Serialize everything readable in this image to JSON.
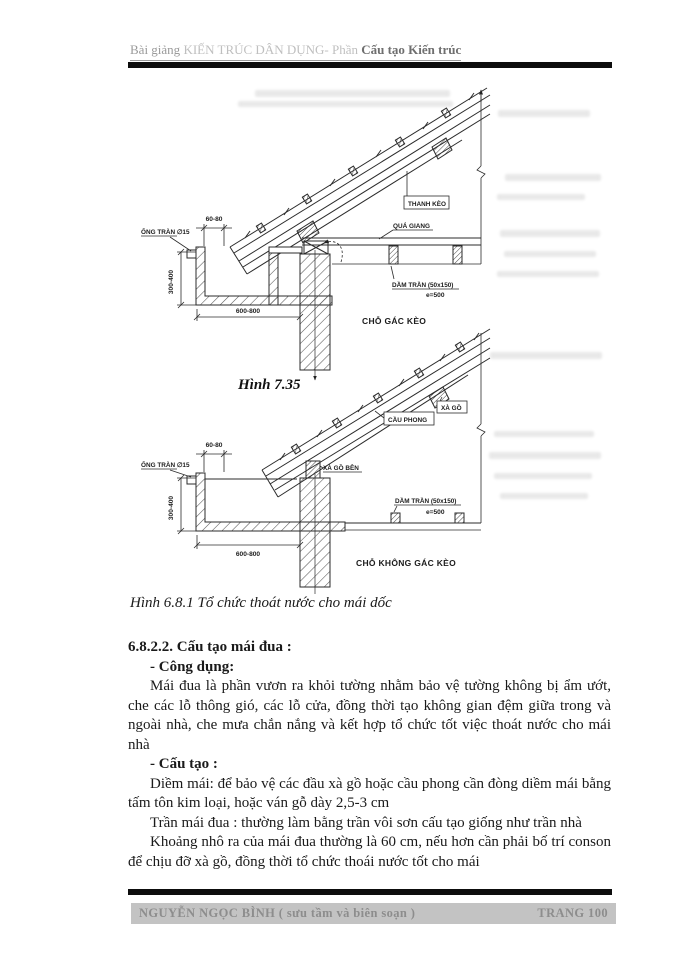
{
  "header": {
    "prefix": "Bài giảng ",
    "middle": "KIẾN TRÚC DÂN DỤNG- Phần ",
    "suffix": "Cấu tạo Kiến trúc"
  },
  "figure": {
    "inner_title": "Hình 7.35",
    "caption": "Hình 6.8.1 Tổ chức thoát nước cho mái dốc",
    "detail_top": {
      "name_label": "CHỖ GÁC KÈO",
      "labels": {
        "ong_tran": "ỐNG TRÀN ∅15",
        "thanh_keo": "THANH KÈO",
        "qua_giang": "QUÁ GIANG",
        "dam_tran": "DẦM TRẦN (50x150)",
        "spacing": "e=500"
      },
      "dims": {
        "top": "60-80",
        "height": "300-400",
        "width": "600-800"
      }
    },
    "detail_bottom": {
      "name_label": "CHỖ KHÔNG GÁC KÈO",
      "labels": {
        "ong_tran": "ỐNG TRÀN ∅15",
        "xa_go": "XÀ GỒ",
        "cau_phong": "CẦU PHONG",
        "xa_go_bien": "XÀ GỒ BÊN",
        "dam_tran": "DẦM TRẦN (50x150)",
        "spacing": "e=500"
      },
      "dims": {
        "top": "60-80",
        "height": "300-400",
        "width": "600-800"
      }
    }
  },
  "content": {
    "section_heading": "6.8.2.2. Cấu tạo mái đua :",
    "bullet_cong_dung": "- Công dụng:",
    "para_cong_dung": "Mái đua là phần vươn ra khỏi tường nhằm bảo vệ tường không bị ẩm ướt, che các lỗ thông gió, các lỗ cửa, đồng thời tạo không gian đệm giữa trong và ngoài nhà, che mưa chắn nắng và kết hợp tổ chức tốt việc thoát nước cho mái nhà",
    "bullet_cau_tao": "- Cấu tạo :",
    "para_diem_mai": "Diềm mái: để bảo vệ các đầu xà gồ hoặc cầu phong  cần đòng diềm mái bằng tấm tôn kim loại, hoặc ván gỗ dày 2,5-3 cm",
    "para_tran_mai": "Trần mái đua : thường làm bằng trần vôi sơn cấu tạo giống như trần nhà",
    "para_khoang_nho": "Khoảng nhô ra của mái đua thường là 60 cm, nếu hơn cần phải bố trí conson để chịu đỡ xà gồ, đồng thời tổ chức thoái nước tốt cho mái"
  },
  "footer": {
    "author": "NGUYỄN NGỌC BÌNH  ( sưu tầm và biên soạn )",
    "page": "TRANG  100"
  }
}
